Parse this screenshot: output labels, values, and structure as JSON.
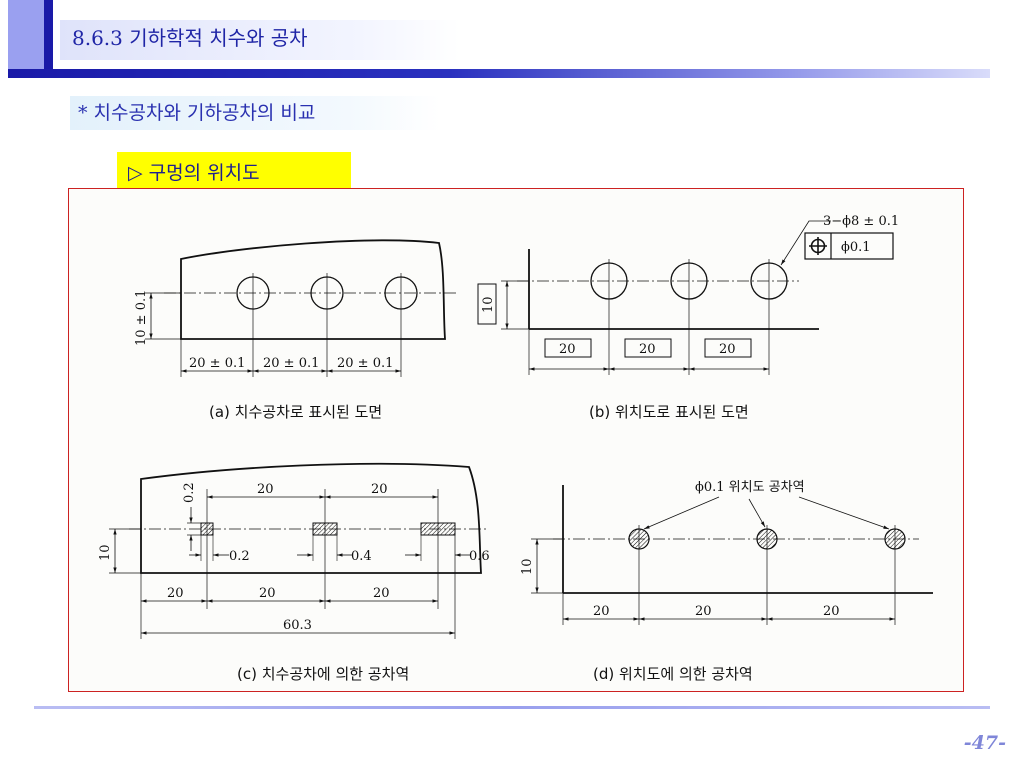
{
  "header": {
    "title": "8.6.3 기하학적 치수와 공차"
  },
  "subtitle": "* 치수공차와 기하공차의 비교",
  "section_label": "▷ 구멍의 위치도",
  "figure": {
    "a": {
      "caption": "(a) 치수공차로 표시된 도면",
      "vertical_dim": "10 ± 0.1",
      "horizontal_dims": [
        "20 ± 0.1",
        "20 ± 0.1",
        "20 ± 0.1"
      ]
    },
    "b": {
      "caption": "(b) 위치도로 표시된 도면",
      "callout": "3−ϕ8 ± 0.1",
      "fcf_value": "ϕ0.1",
      "vertical_dim": "10",
      "basic_dims": [
        "20",
        "20",
        "20"
      ]
    },
    "c": {
      "caption": "(c) 치수공차에 의한 공차역",
      "top_dims": [
        "20",
        "20"
      ],
      "zone_height": "0.2",
      "zone_widths": [
        "0.2",
        "0.4",
        "0.6"
      ],
      "vertical_dim": "10",
      "bottom_dims": [
        "20",
        "20",
        "20"
      ],
      "total_dim": "60.3"
    },
    "d": {
      "caption": "(d) 위치도에 의한 공차역",
      "zone_label": "ϕ0.1 위치도 공차역",
      "vertical_dim": "10",
      "bottom_dims": [
        "20",
        "20",
        "20"
      ]
    }
  },
  "page_number": "-47-"
}
